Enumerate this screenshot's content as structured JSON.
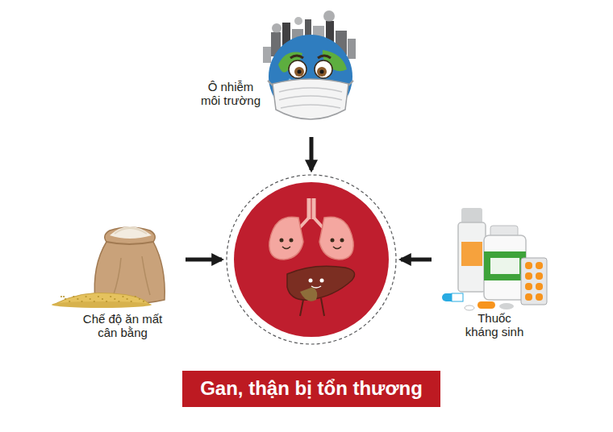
{
  "diagram": {
    "nodes": [
      {
        "text": [
          "Ô nhiễm môi trường"
        ]
      },
      {
        "text": [
          "Chế độ ăn mất cân bằng"
        ]
      },
      {
        "text": [
          "Gan, thận bị tổn thương"
        ]
      },
      {
        "text": [
          "Thuốc kháng sinh"
        ]
      }
    ],
    "edges": [
      {
        "from": 0,
        "to": 2,
        "arrow": "to"
      },
      {
        "from": 1,
        "to": 2,
        "arrow": "to"
      },
      {
        "from": 3,
        "to": 2,
        "arrow": "to"
      }
    ]
  }
}
